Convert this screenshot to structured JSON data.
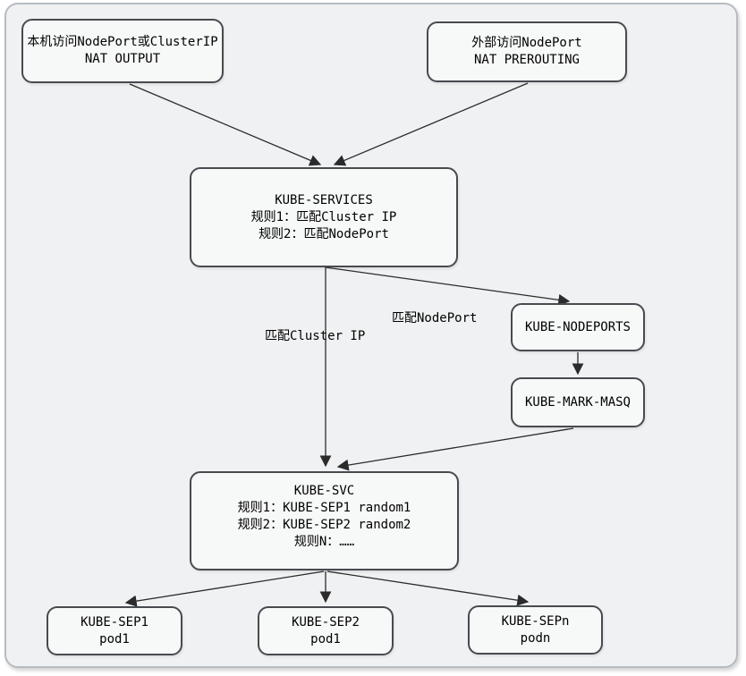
{
  "colors": {
    "canvas_bg": "#f0f1f2",
    "frame_border": "#b6bcc3",
    "node_fill": "#f7f8f8",
    "node_border": "#474b50",
    "arrow_line": "#2b2b2b",
    "text": "#000000"
  },
  "nodes": {
    "nat_output": {
      "line1": "本机访问NodePort或ClusterIP",
      "line2": "NAT OUTPUT"
    },
    "nat_prerouting": {
      "line1": "外部访问NodePort",
      "line2": "NAT PREROUTING"
    },
    "kube_services": {
      "line1": "KUBE-SERVICES",
      "line2": "规则1：匹配Cluster IP",
      "line3": "规则2：匹配NodePort"
    },
    "kube_nodeports": {
      "line1": "KUBE-NODEPORTS"
    },
    "kube_mark_masq": {
      "line1": "KUBE-MARK-MASQ"
    },
    "kube_svc": {
      "line1": "KUBE-SVC",
      "line2": "规则1：KUBE-SEP1 random1",
      "line3": "规则2：KUBE-SEP2 random2",
      "line4": "规则N：……"
    },
    "kube_sep1": {
      "line1": "KUBE-SEP1",
      "line2": "pod1"
    },
    "kube_sep2": {
      "line1": "KUBE-SEP2",
      "line2": "pod1"
    },
    "kube_sepn": {
      "line1": "KUBE-SEPn",
      "line2": "podn"
    }
  },
  "edge_labels": {
    "match_cluster_ip": "匹配Cluster IP",
    "match_nodeport": "匹配NodePort"
  }
}
